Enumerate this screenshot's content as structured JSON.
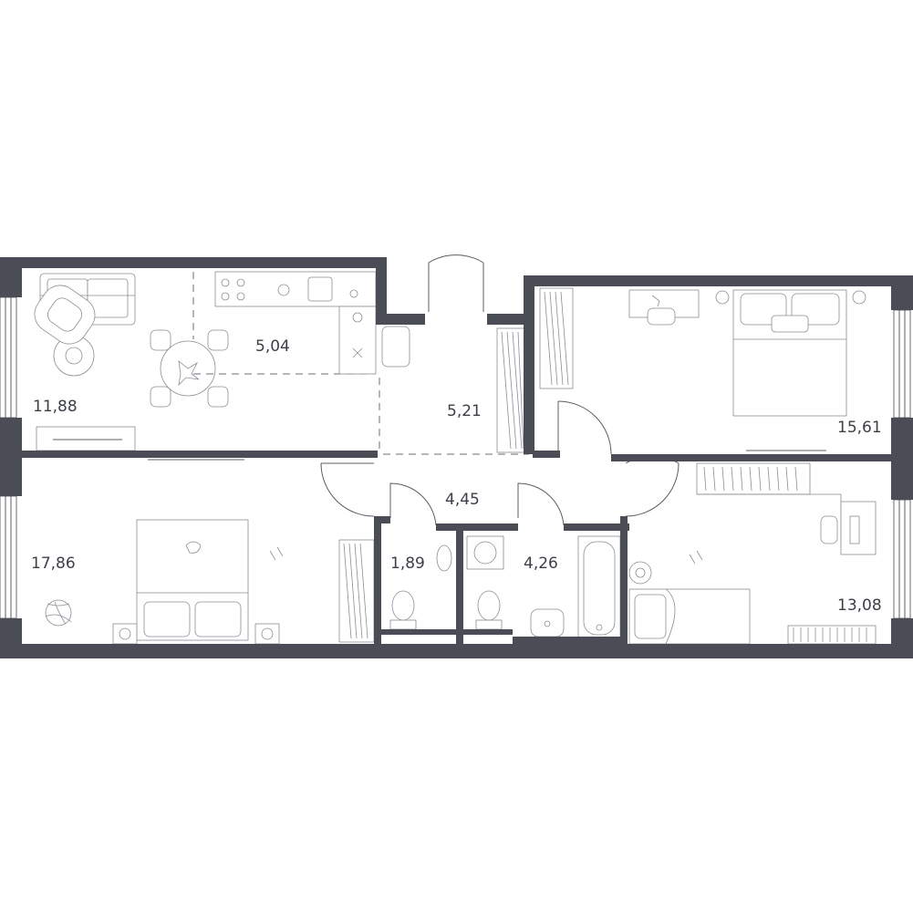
{
  "rooms": [
    {
      "id": "living",
      "area": "11,88"
    },
    {
      "id": "kitchen",
      "area": "5,04"
    },
    {
      "id": "hall",
      "area": "5,21"
    },
    {
      "id": "bedroom-1",
      "area": "15,61"
    },
    {
      "id": "corridor",
      "area": "4,45"
    },
    {
      "id": "bedroom-2",
      "area": "17,86"
    },
    {
      "id": "wc",
      "area": "1,89"
    },
    {
      "id": "bathroom",
      "area": "4,26"
    },
    {
      "id": "bedroom-3",
      "area": "13,08"
    }
  ],
  "colors": {
    "wall": "#4a4d55",
    "line": "#5a5d66",
    "furniture": "#8a8d95",
    "label": "#3c3f47"
  }
}
